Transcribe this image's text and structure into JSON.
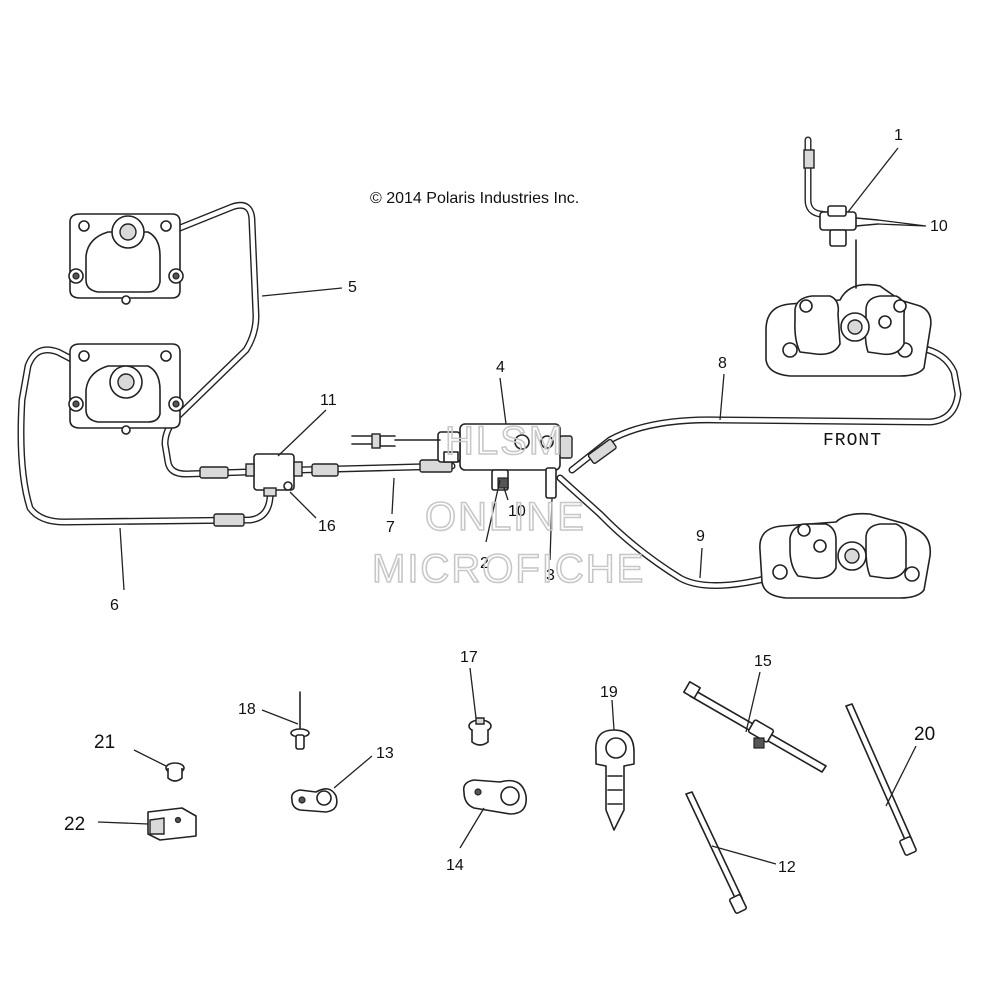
{
  "copyright": "© 2014 Polaris Industries Inc.",
  "direction_label": "FRONT",
  "watermark": {
    "line1": "HLSM",
    "line2": "ONLINE",
    "line3": "MICROFICHE"
  },
  "callouts": {
    "c1": "1",
    "c2": "2",
    "c3": "3",
    "c4": "4",
    "c5": "5",
    "c6": "6",
    "c7": "7",
    "c8": "8",
    "c9": "9",
    "c10a": "10",
    "c10b": "10",
    "c11": "11",
    "c12": "12",
    "c13": "13",
    "c14": "14",
    "c15": "15",
    "c16": "16",
    "c17": "17",
    "c18": "18",
    "c19": "19",
    "c20": "20",
    "c21": "21",
    "c22": "22"
  }
}
